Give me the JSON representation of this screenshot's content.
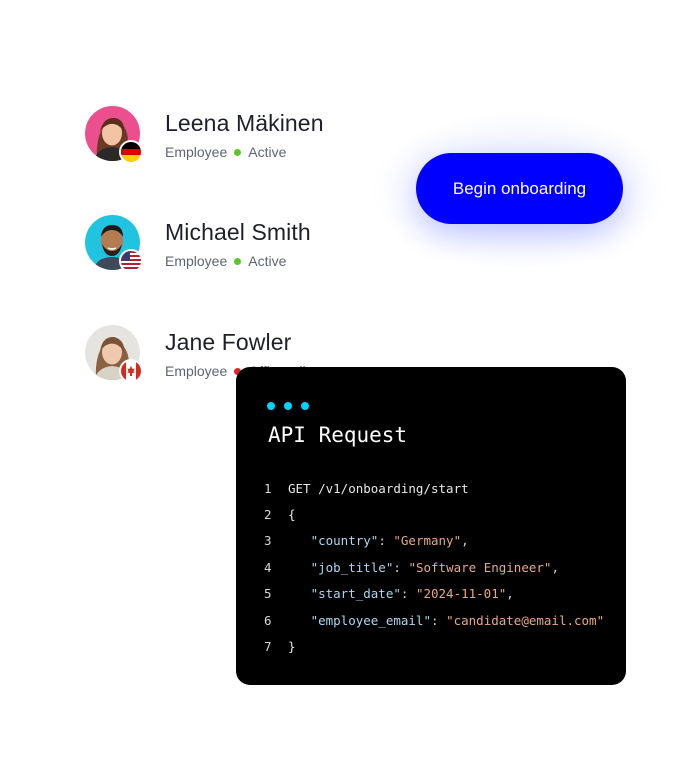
{
  "employees": [
    {
      "name": "Leena Mäkinen",
      "role": "Employee",
      "status": "Active",
      "status_color": "#5ac724",
      "flag": "de-flag-icon"
    },
    {
      "name": "Michael Smith",
      "role": "Employee",
      "status": "Active",
      "status_color": "#5ac724",
      "flag": "us-flag-icon"
    },
    {
      "name": "Jane Fowler",
      "role": "Employee",
      "status": "Offboarding",
      "status_color": "#e02424",
      "flag": "ca-flag-icon"
    }
  ],
  "cta": {
    "label": "Begin onboarding",
    "color": "#0000ff"
  },
  "code_panel": {
    "title": "API Request",
    "dots_color": "#00d4ff",
    "lines": [
      {
        "n": "1",
        "text": "GET /v1/onboarding/start"
      },
      {
        "n": "2",
        "text": "{"
      },
      {
        "n": "3",
        "key": "\"country\"",
        "value": "\"Germany\"",
        "sep": ": ",
        "end": ","
      },
      {
        "n": "4",
        "key": "\"job_title\"",
        "value": "\"Software Engineer\"",
        "sep": ": ",
        "end": ","
      },
      {
        "n": "5",
        "key": "\"start_date\"",
        "value": "\"2024-11-01\"",
        "sep": ": ",
        "end": ","
      },
      {
        "n": "6",
        "key": "\"employee_email\"",
        "value": "\"candidate@email.com\"",
        "sep": ": ",
        "end": ""
      },
      {
        "n": "7",
        "text": "}"
      }
    ]
  }
}
